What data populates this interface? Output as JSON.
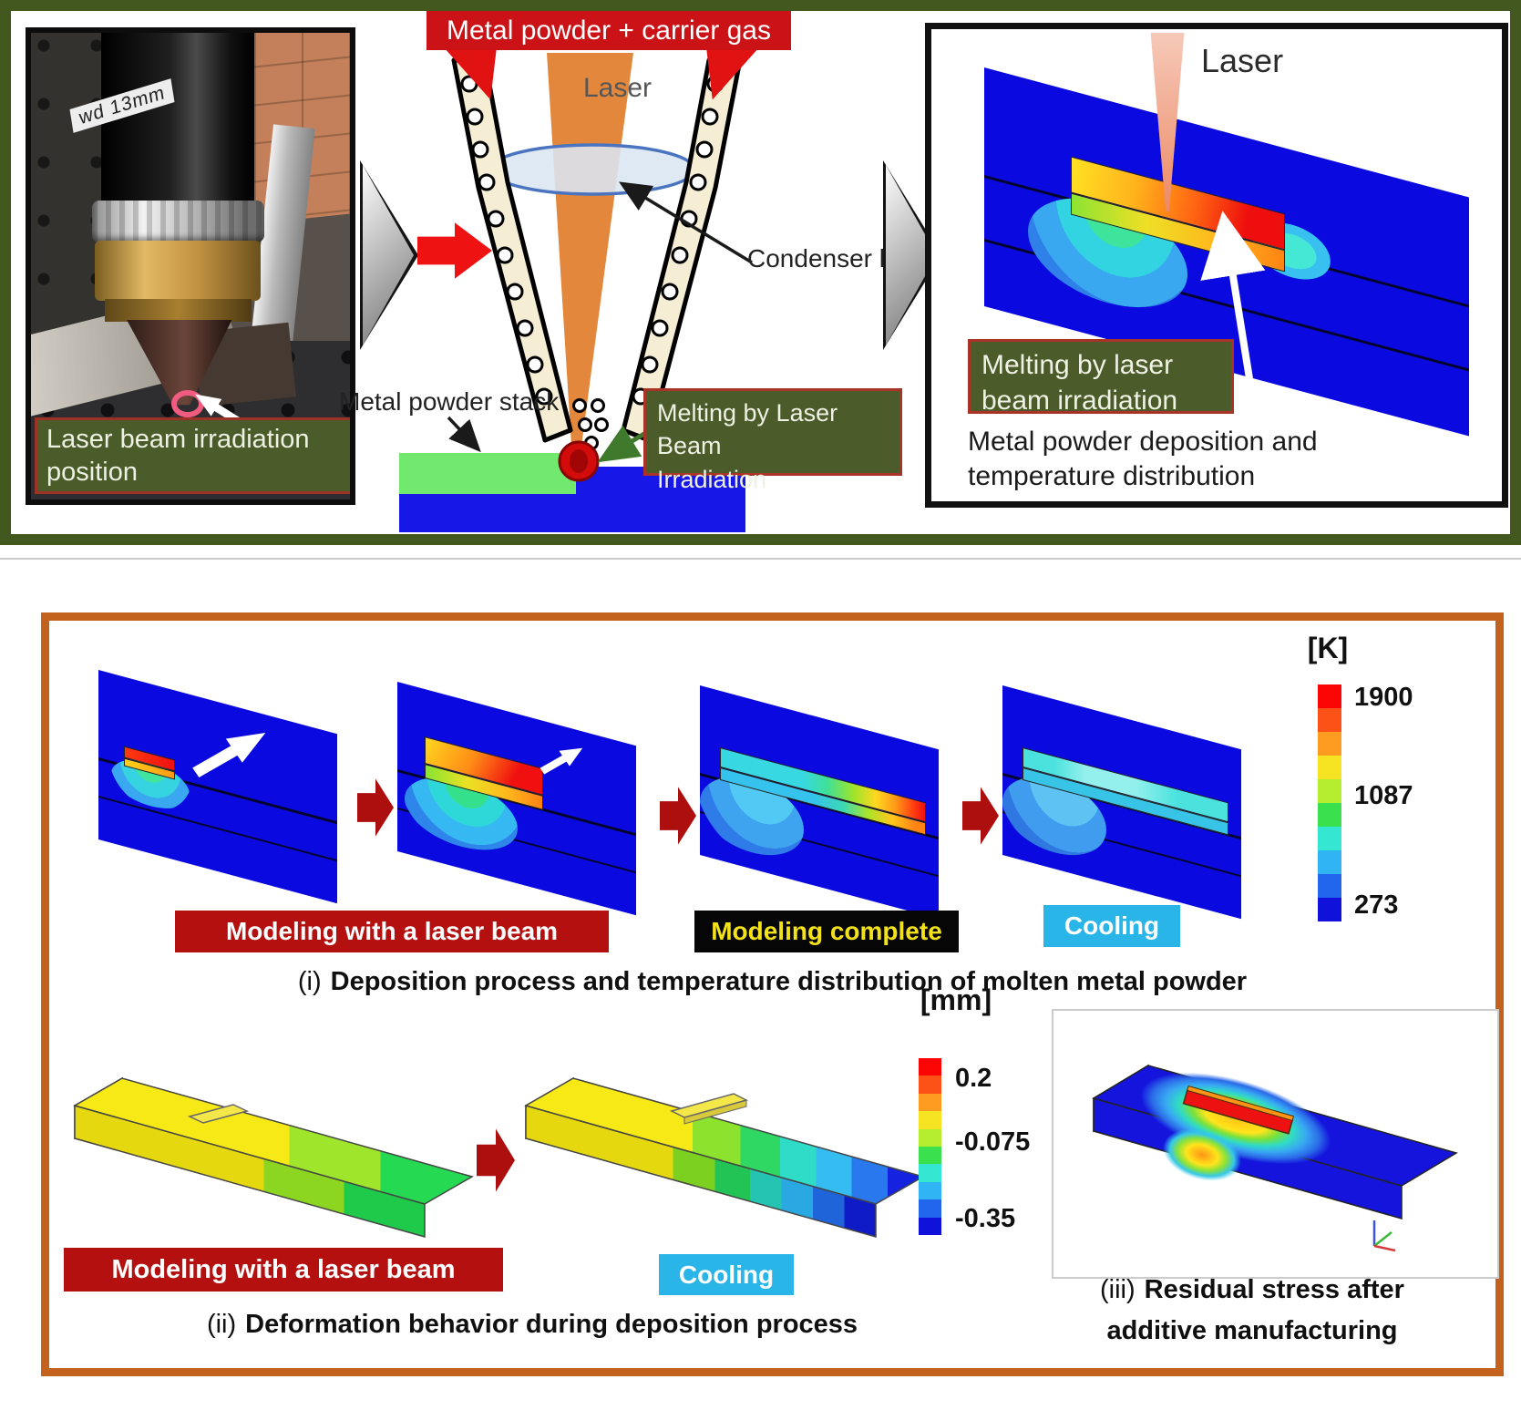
{
  "top": {
    "photo": {
      "wd_label": "wd 13mm",
      "caption": "Laser beam irradiation position"
    },
    "schematic": {
      "banner": "Metal powder + carrier gas",
      "laser": "Laser",
      "condenser": "Condenser lens",
      "powder_stack": "Metal powder stack",
      "melting_line1": "Melting by Laser Beam",
      "melting_line2": "Irradiation"
    },
    "sim": {
      "laser": "Laser",
      "melting_line1": "Melting by laser",
      "melting_line2": "beam irradiation",
      "caption_line1": "Metal powder deposition and",
      "caption_line2": "temperature distribution"
    }
  },
  "bottom": {
    "row_i": {
      "label_modeling": "Modeling with a laser beam",
      "label_complete": "Modeling complete",
      "label_cooling": "Cooling",
      "caption_prefix": "(i)",
      "caption_text": "Deposition process and temperature distribution of molten metal powder"
    },
    "row_ii": {
      "label_modeling": "Modeling with a laser beam",
      "label_cooling": "Cooling",
      "caption_prefix": "(ii)",
      "caption_text": "Deformation behavior during deposition process"
    },
    "row_iii": {
      "caption_prefix": "(iii)",
      "caption_line1": "Residual stress after",
      "caption_line2": "additive manufacturing"
    },
    "colorbar_k": {
      "title": "[K]",
      "tick_labels": [
        "1900",
        "1087",
        "273"
      ],
      "colors": [
        "#fb0404",
        "#fc5117",
        "#fd9c20",
        "#f6e321",
        "#b5ee2e",
        "#3ae04e",
        "#35e6d2",
        "#30b4f4",
        "#2366ee",
        "#1111dc"
      ]
    },
    "colorbar_mm": {
      "title": "[mm]",
      "tick_labels": [
        "0.2",
        "-0.075",
        "-0.35"
      ],
      "colors": [
        "#fb0404",
        "#fc5117",
        "#fd9c20",
        "#f6e321",
        "#b5ee2e",
        "#3ae04e",
        "#35e6d2",
        "#30b4f4",
        "#2366ee",
        "#1111dc"
      ]
    },
    "accent_colors": {
      "panel_border": "#c2621c",
      "plate_blue": "#0a0ae0",
      "banner_red": "#b51010",
      "cooling_blue": "#29b5e8"
    }
  }
}
